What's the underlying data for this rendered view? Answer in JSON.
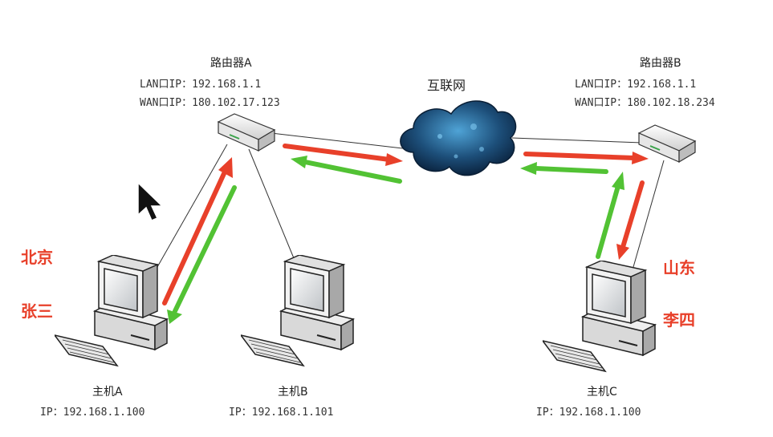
{
  "router_a": {
    "name": "路由器A",
    "lan": "LAN口IP：192.168.1.1",
    "wan": "WAN口IP：180.102.17.123"
  },
  "router_b": {
    "name": "路由器B",
    "lan": "LAN口IP：192.168.1.1",
    "wan": "WAN口IP：180.102.18.234"
  },
  "internet": {
    "label": "互联网"
  },
  "host_a": {
    "name": "主机A",
    "ip": "IP：192.168.1.100"
  },
  "host_b": {
    "name": "主机B",
    "ip": "IP：192.168.1.101"
  },
  "host_c": {
    "name": "主机C",
    "ip": "IP：192.168.1.100"
  },
  "annotations": {
    "city_a": "北京",
    "user_a": "张三",
    "city_c": "山东",
    "user_c": "李四"
  },
  "colors": {
    "request_arrow": "#e8402a",
    "response_arrow": "#52c234",
    "cloud": "#1d4f7a",
    "label_red": "#e8402a"
  },
  "icons": {
    "router": "router-icon",
    "pc": "desktop-computer-icon",
    "cloud": "cloud-icon",
    "cursor": "mouse-pointer-icon"
  }
}
